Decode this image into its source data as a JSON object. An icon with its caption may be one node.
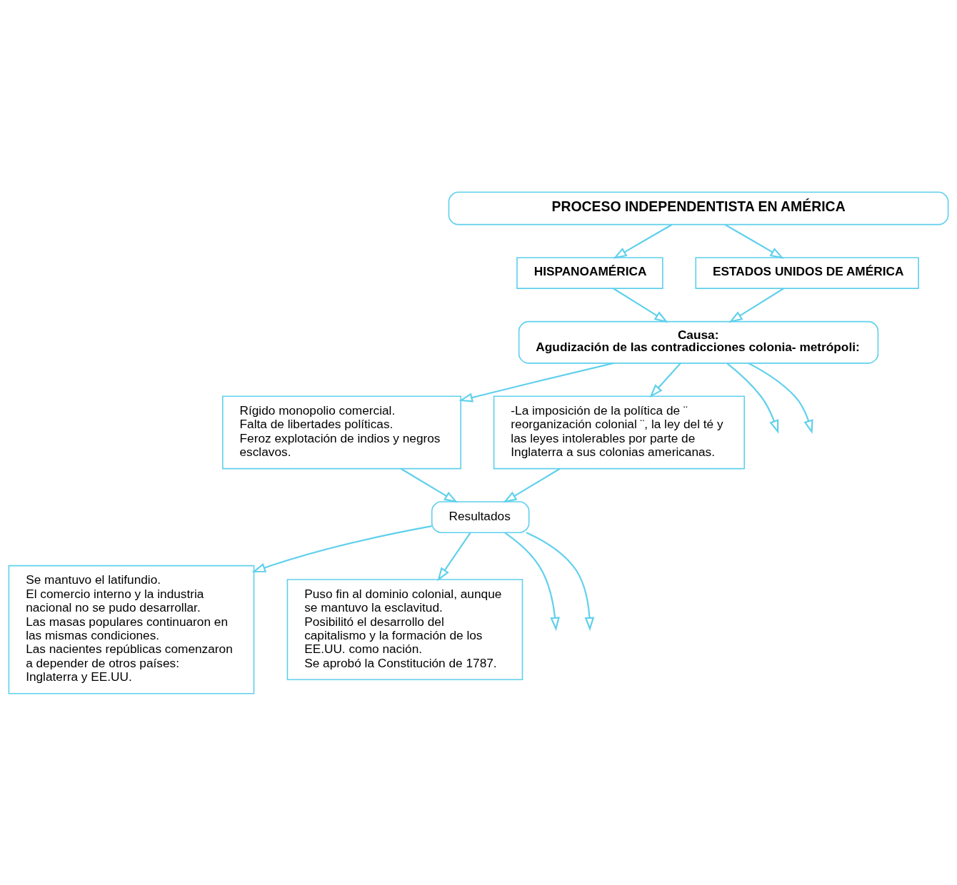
{
  "diagram": {
    "nodes": [
      {
        "text": [
          "PROCESO INDEPENDENTISTA EN AMÉRICA"
        ]
      },
      {
        "text": [
          "HISPANOAMÉRICA"
        ]
      },
      {
        "text": [
          "ESTADOS UNIDOS DE AMÉRICA"
        ]
      },
      {
        "text": [
          "Causa:",
          "Agudización de las contradicciones colonia- metrópoli:"
        ]
      },
      {
        "text": [
          "Rígido monopolio comercial.",
          "Falta de libertades políticas.",
          "Feroz explotación de indios y negros esclavos."
        ]
      },
      {
        "text": [
          "-La imposición de la política de ¨ reorganización colonial ¨, la ley del té y las leyes intolerables por parte de Inglaterra a sus colonias americanas."
        ]
      },
      {
        "text": [
          "Resultados"
        ]
      },
      {
        "text": [
          "Se mantuvo el latifundio.",
          "El comercio interno y la industria nacional no se pudo desarrollar.",
          "Las masas populares continuaron en las mismas condiciones.",
          "Las nacientes repúblicas comenzaron a depender de otros países: Inglaterra y EE.UU."
        ]
      },
      {
        "text": [
          "Puso fin al dominio colonial, aunque se mantuvo la esclavitud.",
          "Posibilitó el desarrollo del capitalismo y la formación de los EE.UU. como nación.",
          "Se aprobó la Constitución de 1787."
        ]
      }
    ],
    "edges": [
      {
        "from": 0,
        "to": 1,
        "arrow": "to"
      },
      {
        "from": 0,
        "to": 2,
        "arrow": "to"
      },
      {
        "from": 1,
        "to": 3,
        "arrow": "to"
      },
      {
        "from": 2,
        "to": 3,
        "arrow": "to"
      },
      {
        "from": 3,
        "to": 4,
        "arrow": "to"
      },
      {
        "from": 3,
        "to": null,
        "arrow": "to"
      },
      {
        "from": 3,
        "to": null,
        "arrow": "to"
      },
      {
        "from": 3,
        "to": 5,
        "arrow": "to"
      },
      {
        "from": 4,
        "to": 6,
        "arrow": "to"
      },
      {
        "from": 5,
        "to": 6,
        "arrow": "to"
      },
      {
        "from": 6,
        "to": null,
        "arrow": "to"
      },
      {
        "from": 6,
        "to": null,
        "arrow": "to"
      },
      {
        "from": 6,
        "to": 7,
        "arrow": "to"
      },
      {
        "from": 6,
        "to": 8,
        "arrow": "to"
      }
    ]
  }
}
